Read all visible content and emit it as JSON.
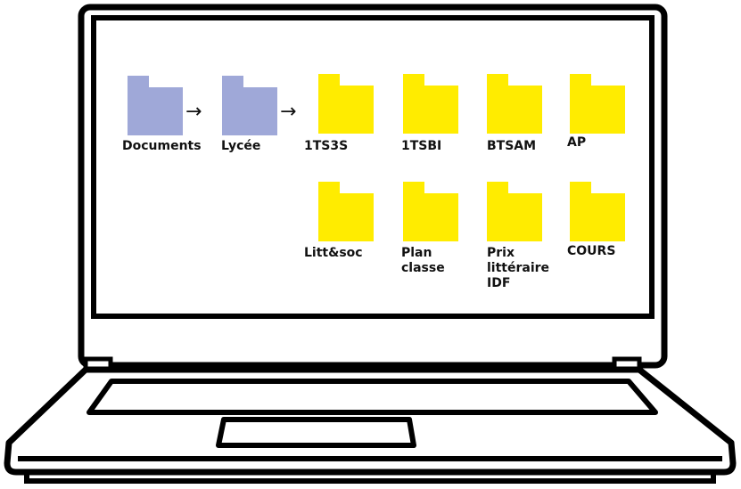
{
  "colors": {
    "outline": "#000000",
    "screen_bg": "#ffffff",
    "parent_folder": "#9fa8d8",
    "child_folder": "#ffec00"
  },
  "path": {
    "folders": [
      {
        "label": "Documents",
        "icon": "folder-icon"
      },
      {
        "label": "Lycée",
        "icon": "folder-icon"
      }
    ],
    "arrows": [
      "→",
      "→"
    ]
  },
  "subfolders": [
    {
      "label": "1TS3S",
      "icon": "folder-icon"
    },
    {
      "label": "1TSBI",
      "icon": "folder-icon"
    },
    {
      "label": "BTSAM",
      "icon": "folder-icon"
    },
    {
      "label": "AP",
      "icon": "folder-icon"
    },
    {
      "label": "Litt&soc",
      "icon": "folder-icon"
    },
    {
      "label": "Plan\nclasse",
      "icon": "folder-icon"
    },
    {
      "label": "Prix\nlittéraire\nIDF",
      "icon": "folder-icon"
    },
    {
      "label": "COURS",
      "icon": "folder-icon"
    }
  ]
}
